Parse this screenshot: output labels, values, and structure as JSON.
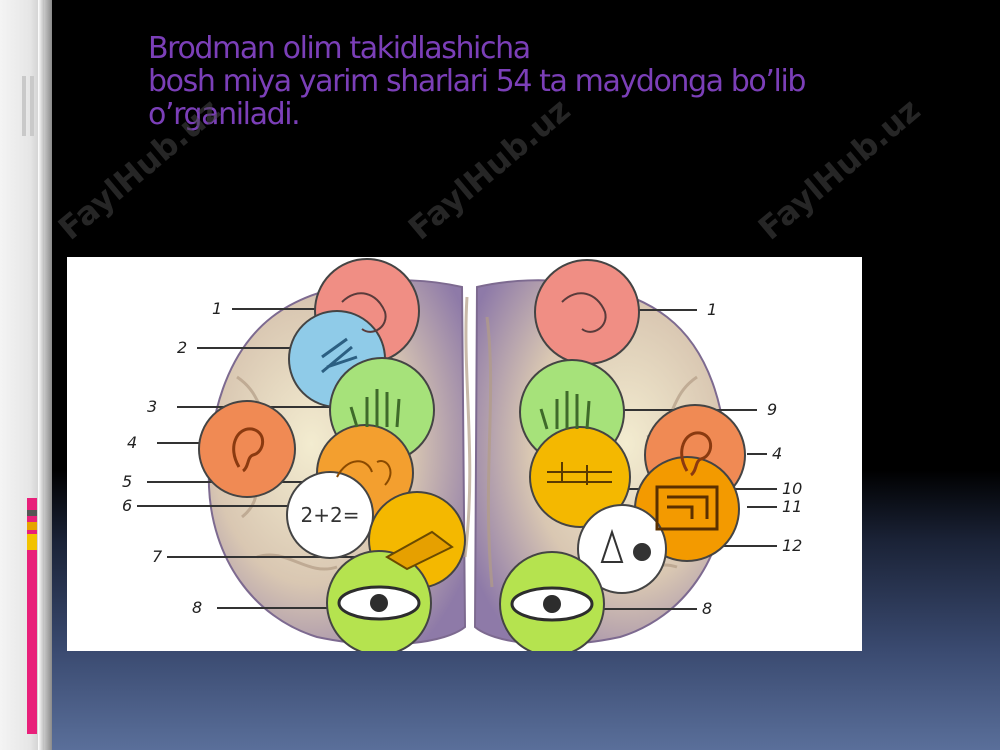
{
  "slide": {
    "title_lines": [
      "Brodman olim takidlashicha",
      "bosh miya yarim sharlari 54 ta maydonga bo’lib",
      "o’rganiladi."
    ],
    "watermark_text": "FaylHub.uz",
    "accent_color": "#7b3fb8"
  },
  "figure": {
    "left_labels": [
      "1",
      "2",
      "3",
      "4",
      "5",
      "6",
      "7",
      "8"
    ],
    "right_labels": [
      "1",
      "9",
      "4",
      "10",
      "11",
      "12",
      "8"
    ],
    "math_text": "2+2="
  }
}
